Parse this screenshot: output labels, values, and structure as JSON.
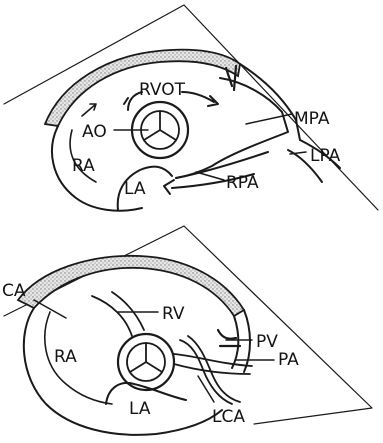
{
  "top_view": {
    "labels": {
      "rvot": "RVOT",
      "ao": "AO",
      "mpa": "MPA",
      "ra": "RA",
      "lpa": "LPA",
      "la": "LA",
      "rpa": "RPA"
    }
  },
  "bottom_view": {
    "labels": {
      "ca": "CA",
      "rv": "RV",
      "pv": "PV",
      "ra": "RA",
      "pa": "PA",
      "la": "LA",
      "lca": "LCA"
    }
  },
  "colors": {
    "ink": "#1a1a1a",
    "stipple": "#bdbdbd",
    "background": "#ffffff"
  }
}
